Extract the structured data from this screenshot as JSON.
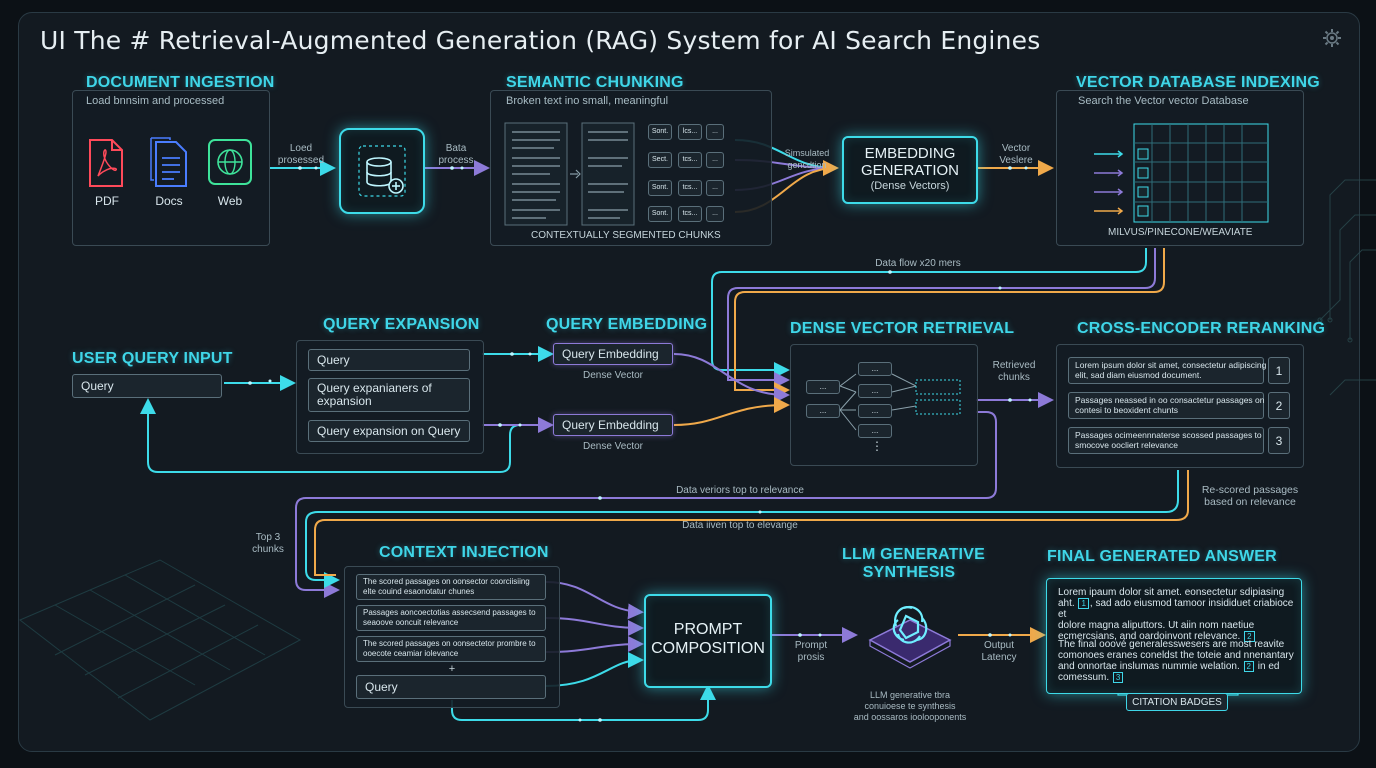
{
  "title": "UI The # Retrieval-Augmented Generation (RAG) System for AI Search Engines",
  "ingestion": {
    "heading": "DOCUMENT INGESTION",
    "sub": "Load bnnsim and processed",
    "items": [
      "PDF",
      "Docs",
      "Web"
    ]
  },
  "edge_load": "Loed\nprosessed",
  "edge_data_process": "Bata\nprocess",
  "chunking": {
    "heading": "SEMANTIC CHUNKING",
    "sub": "Broken text ino small, meaningful",
    "chips": [
      "Sont.",
      "lcs...",
      "...",
      "Sect.",
      "tcs...",
      "...",
      "Sont.",
      "tcs...",
      "...",
      "Sont.",
      "tcs...",
      "..."
    ],
    "footer": "CONTEXTUALLY SEGMENTED CHUNKS"
  },
  "edge_simulated": "Simsulated\ngencdtion",
  "embedding": {
    "title": "EMBEDDING\nGENERATION",
    "sub": "(Dense Vectors)"
  },
  "edge_vector": "Vector\nVeslere",
  "vector_db": {
    "heading": "VECTOR DATABASE INDEXING",
    "sub": "Search the Vector vector Database",
    "footer": "MILVUS/PINECONE/WEAVIATE"
  },
  "data_flow_label": "Data flow x20 mers",
  "user_query": {
    "heading": "USER QUERY INPUT",
    "value": "Query"
  },
  "query_expansion": {
    "heading": "QUERY EXPANSION",
    "items": [
      "Query",
      "Query expanianers of\nexpansion",
      "Query expansion on Query"
    ]
  },
  "query_embedding": {
    "heading": "QUERY EMBEDDING",
    "items": [
      {
        "label": "Query Embedding",
        "sub": "Dense Vector"
      },
      {
        "label": "Query Embedding",
        "sub": "Dense Vector"
      }
    ]
  },
  "dense_retrieval": {
    "heading": "DENSE VECTOR RETRIEVAL",
    "chip": "...",
    "dots": "⋮"
  },
  "retrieved_label": "Retrieved\nchunks",
  "reranking": {
    "heading": "CROSS-ENCODER RERANKING",
    "rows": [
      {
        "text": "Lorem ipsum dolor sit amet, consectetur adipiscing\nelit, sad diam eiusmod document.",
        "rank": "1"
      },
      {
        "text": "Passages neassed in oo consactetur passages on\ncontesi to beoxident chunts",
        "rank": "2"
      },
      {
        "text": "Passages ocimeennnaterse scossed passages to\nsmocove oocliert relevance",
        "rank": "3"
      }
    ]
  },
  "rescored_label": "Re-scored passages\nbased on relevance",
  "relevance_label_1": "Data veriors top to relevance",
  "relevance_label_2": "Data iiven top to elevange",
  "top3_label": "Top 3\nchunks",
  "context_injection": {
    "heading": "CONTEXT INJECTION",
    "rows": [
      "The scored passages on oonsector coorciisiing\nelte couind esaonotatur chunes",
      "Passages aoncoectotias assecsend passages to\nseaoove ooncuit relevance",
      "The scored passages on oonsectetor prombre to\nooecote ceamiar iolevance"
    ],
    "plus": "+",
    "query": "Query"
  },
  "prompt_composition": {
    "title": "PROMPT\nCOMPOSITION"
  },
  "edge_prompt": "Prompt\nprosis",
  "llm": {
    "heading": "LLM GENERATIVE\nSYNTHESIS",
    "caption": "LLM generative tbra\nconuioese te synthesis\nand oossaros ioolooponents"
  },
  "edge_output": "Output\nLatency",
  "final_answer": {
    "heading": "FINAL GENERATED ANSWER",
    "para1": [
      "Lorem ipaum dolor sit amet. eonsectetur sdipiasing",
      "aht. ",
      "1",
      ", sad ado eiusmod tamoor insididuet criabioce et",
      "dolore magna aliputtors. Ut aiin nom naetiue",
      "ecmercsians, and oardoinvont relevance. ",
      "2"
    ],
    "para2": [
      "The final ooové generalesswesers are most reavite",
      "comonoes eranes coneldst the toteie and nnenantary",
      "and onnortae inslumas nummie welation. ",
      "2",
      " in ed",
      "comessum. ",
      "3"
    ],
    "badge": "CITATION BADGES"
  },
  "colors": {
    "cyan": "#3ddbe9",
    "purple": "#8d7ad8",
    "orange": "#f0a94a",
    "pdf": "#ff4a5a",
    "docs": "#4a7dff",
    "web": "#3ee39a"
  }
}
